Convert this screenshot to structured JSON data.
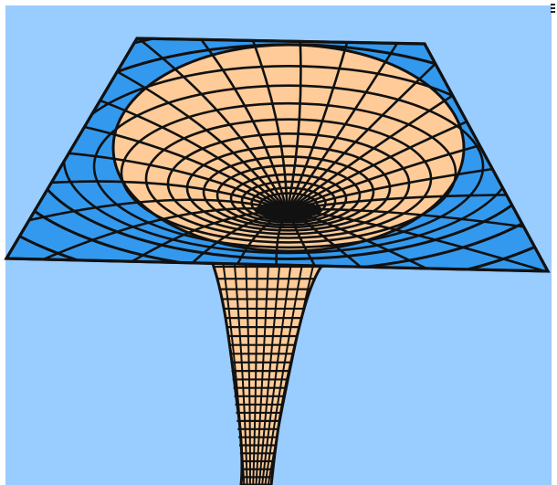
{
  "diagram": {
    "colors": {
      "background": "#99CCFF",
      "plane": "#3399EE",
      "funnel": "#FFCC99",
      "lines": "#111111"
    },
    "components": [
      "spacetime-plane",
      "gravity-well-funnel",
      "throat-tube",
      "grid-lines"
    ]
  }
}
